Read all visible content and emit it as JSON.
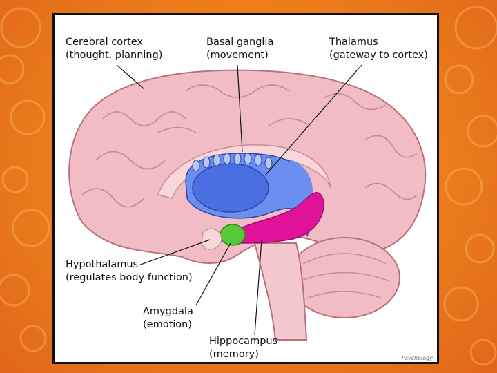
{
  "labels": {
    "cerebral_cortex": {
      "name": "Cerebral cortex",
      "desc": "(thought, planning)"
    },
    "basal_ganglia": {
      "name": "Basal ganglia",
      "desc": "(movement)"
    },
    "thalamus": {
      "name": "Thalamus",
      "desc": "(gateway to cortex)"
    },
    "hypothalamus": {
      "name": "Hypothalamus",
      "desc": "(regulates body function)"
    },
    "amygdala": {
      "name": "Amygdala",
      "desc": "(emotion)"
    },
    "hippocampus": {
      "name": "Hippocampus",
      "desc": "(memory)"
    }
  },
  "credit": "Psychology",
  "colors": {
    "background": "#ec7d1c",
    "brain": "#f2bcc4",
    "brain_outline": "#b8707c",
    "basal_ganglia": "#4a6fe0",
    "thalamus": "#7a4fd6",
    "hippocampus": "#e0139a",
    "amygdala": "#55c93a",
    "brainstem": "#f3c8cf"
  }
}
